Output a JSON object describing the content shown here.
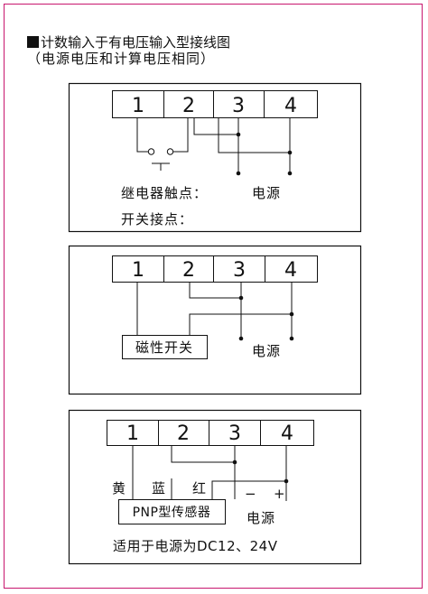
{
  "heading": {
    "title": "计数输入于有电压输入型接线图",
    "subtitle": "（电源电压和计算电压相同）"
  },
  "diagram1": {
    "terminals": [
      "1",
      "2",
      "3",
      "4"
    ],
    "contact_label": "继电器触点：",
    "power_label": "电源",
    "switch_label": "开关接点："
  },
  "diagram2": {
    "terminals": [
      "1",
      "2",
      "3",
      "4"
    ],
    "switch_label": "磁性开关",
    "power_label": "电源"
  },
  "diagram3": {
    "terminals": [
      "1",
      "2",
      "3",
      "4"
    ],
    "wire_colors": [
      "黄",
      "蓝",
      "红"
    ],
    "minus": "−",
    "plus": "+",
    "sensor_label": "PNP型传感器",
    "power_label": "电源",
    "note": "适用于电源为DC12、24V"
  },
  "colors": {
    "frame": "#c8166e",
    "line": "#111111"
  }
}
